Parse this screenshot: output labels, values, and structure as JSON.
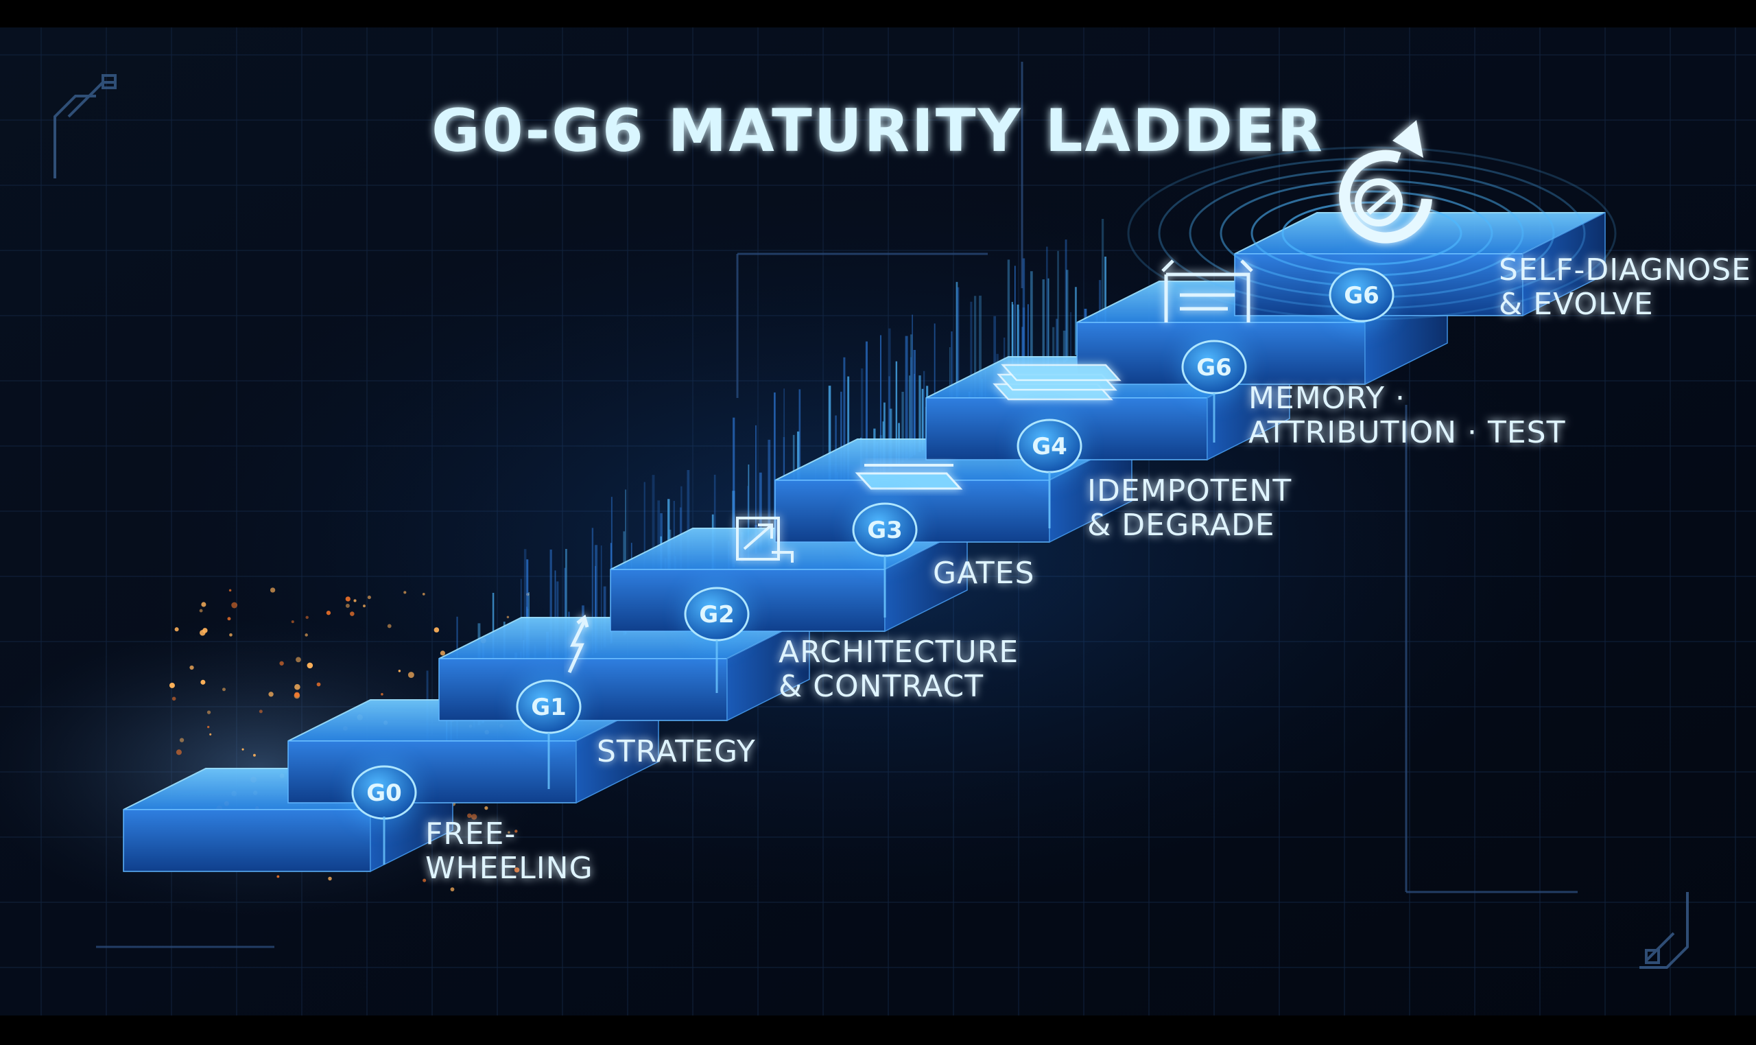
{
  "title": "G0-G6 MATURITY LADDER",
  "colors": {
    "background": "#050b16",
    "accent": "#3aa8ff",
    "glow": "#7fd4ff",
    "text": "#dff4ff"
  },
  "steps": [
    {
      "badge": "G0",
      "label_lines": [
        "FREE-",
        "WHEELING"
      ],
      "icon": "none"
    },
    {
      "badge": "G1",
      "label_lines": [
        "STRATEGY"
      ],
      "icon": "arrow-zigzag-icon"
    },
    {
      "badge": "G2",
      "label_lines": [
        "ARCHITECTURE",
        "& CONTRACT"
      ],
      "icon": "blueprint-icon"
    },
    {
      "badge": "G3",
      "label_lines": [
        "GATES"
      ],
      "icon": "gate-bar-icon"
    },
    {
      "badge": "G4",
      "label_lines": [
        "IDEMPOTENT",
        "& DEGRADE"
      ],
      "icon": "layers-icon"
    },
    {
      "badge": "G6",
      "label_lines": [
        "MEMORY  ·",
        "ATTRIBUTION  ·  TEST"
      ],
      "icon": "test-bench-icon"
    },
    {
      "badge": "G6",
      "label_lines": [
        "SELF-DIAGNOSE",
        "& EVOLVE"
      ],
      "icon": "cycle-arrow-icon"
    }
  ]
}
